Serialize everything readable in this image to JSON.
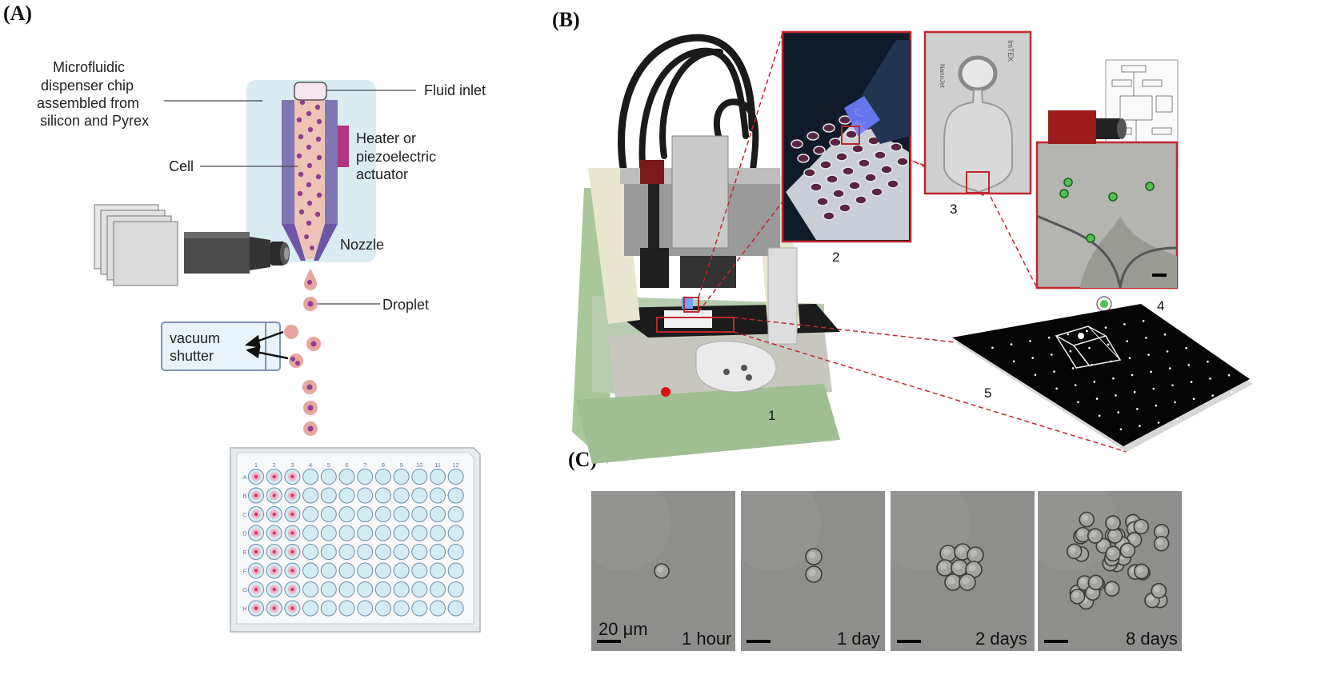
{
  "panels": {
    "a": "(A)",
    "b": "(B)",
    "c": "(C)"
  },
  "panel_a": {
    "chip_label_lines": [
      "Microfluidic",
      "dispenser chip",
      "assembled  from",
      "silicon and Pyrex"
    ],
    "fluid_inlet": "Fluid inlet",
    "heater_lines": [
      "Heater or",
      "piezoelectric",
      "actuator"
    ],
    "cell": "Cell",
    "nozzle": "Nozzle",
    "droplet": "Droplet",
    "shutter_lines": [
      "vacuum",
      "shutter"
    ],
    "plate_columns": [
      "1",
      "2",
      "3",
      "4",
      "5",
      "6",
      "7",
      "8",
      "9",
      "10",
      "11",
      "12"
    ],
    "plate_rows": [
      "A",
      "B",
      "C",
      "D",
      "E",
      "F",
      "G",
      "H"
    ],
    "filled_columns": 3
  },
  "panel_b": {
    "numbers": [
      "1",
      "2",
      "3",
      "4",
      "5"
    ],
    "chip_text": "ImTEK",
    "accent_red": "#c0272d"
  },
  "panel_c": {
    "scale_bar": "20 μm",
    "timepoints": [
      "1 hour",
      "1 day",
      "2 days",
      "8 days"
    ],
    "cell_counts": [
      1,
      2,
      8,
      40
    ]
  },
  "colors": {
    "chip_bg": "#d8ecf1",
    "channel": "#efc2b6",
    "cell_dot": "#8e3f8e",
    "actuator": "#b1357f",
    "nozzle": "#6e55a8",
    "well": "#d3ebf4",
    "well_filled_center": "#d6336c"
  }
}
